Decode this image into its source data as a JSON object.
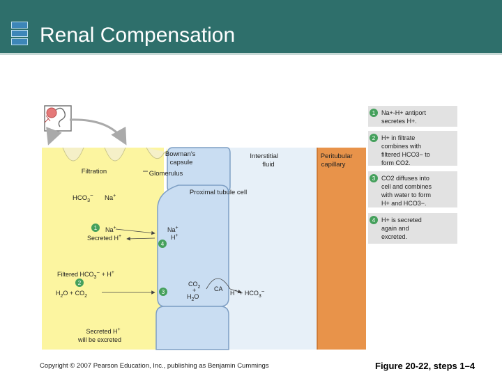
{
  "title": "Renal Compensation",
  "colors": {
    "header": "#2e6f6b",
    "filtrate": "#fcf5a0",
    "cell": "#c9ddf2",
    "cell_border": "#7e9fc4",
    "interstitial": "#e7f0f8",
    "capillary": "#e8934a",
    "step_circle": "#45a05c",
    "step_panel": "#e2e2e2"
  },
  "diagram": {
    "bowmans_capsule": "Bowman's capsule",
    "interstitial_fluid": "Interstitial fluid",
    "peritubular_capillary": "Peritubular capillary",
    "filtration": "Filtration",
    "glomerulus": "Glomerulus",
    "proximal_tubule_cell": "Proximal tubule cell",
    "hco3_filtered": "HCO3−",
    "na_filtered": "Na+",
    "antiport_na": "Na+",
    "secreted_h": "Secreted H+",
    "cell_na": "Na+",
    "cell_h": "H+",
    "filtered_hco3_h": "Filtered HCO3− + H+",
    "h2o_co2": "H2O + CO2",
    "co2": "CO2",
    "plus": "+",
    "h2o": "H2O",
    "ca": "CA",
    "h_hco3": "H+ + HCO3−",
    "excreted_line1": "Secreted H+",
    "excreted_line2": "will be excreted",
    "badge_1": "1",
    "badge_2": "2",
    "badge_3": "3",
    "badge_4": "4"
  },
  "steps": [
    {
      "num": "1",
      "lines": [
        "Na+-H+ antiport",
        "secretes H+."
      ]
    },
    {
      "num": "2",
      "lines": [
        "H+ in filtrate",
        "combines with",
        "filtered HCO3− to",
        "form CO2."
      ]
    },
    {
      "num": "3",
      "lines": [
        "CO2 diffuses into",
        "cell and combines",
        "with water to form",
        "H+ and HCO3−."
      ]
    },
    {
      "num": "4",
      "lines": [
        "H+ is secreted",
        "again and",
        "excreted."
      ]
    }
  ],
  "footer": {
    "copyright": "Copyright © 2007 Pearson Education, Inc., publishing as Benjamin Cummings",
    "figure": "Figure 20-22, steps 1–4"
  }
}
